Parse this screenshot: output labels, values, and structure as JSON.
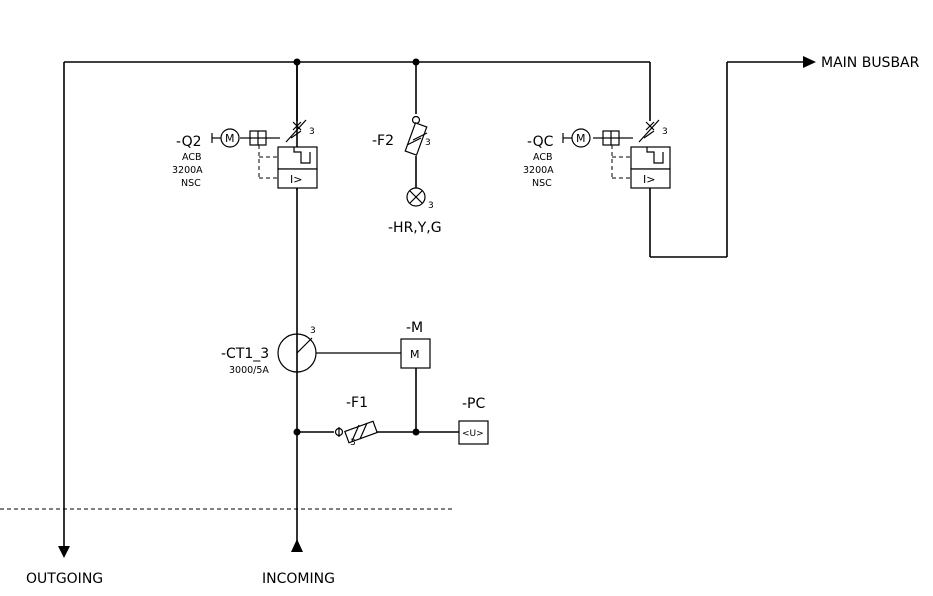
{
  "labels": {
    "main_busbar": "MAIN BUSBAR",
    "outgoing": "OUTGOING",
    "incoming": "INCOMING"
  },
  "q2": {
    "tag": "-Q2",
    "type": "ACB",
    "rating": "3200A",
    "mode": "NSC",
    "poles": "3",
    "motor": "M",
    "trip": "I>"
  },
  "qc": {
    "tag": "-QC",
    "type": "ACB",
    "rating": "3200A",
    "mode": "NSC",
    "poles": "3",
    "motor": "M",
    "trip": "I>"
  },
  "f2": {
    "tag": "-F2",
    "poles": "3"
  },
  "hr": {
    "tag": "-HR,Y,G",
    "poles": "3"
  },
  "ct": {
    "tag": "-CT1_3",
    "ratio": "3000/5A",
    "poles": "3"
  },
  "meter": {
    "tag": "-M",
    "symbol": "M"
  },
  "f1": {
    "tag": "-F1",
    "poles": "3"
  },
  "pc": {
    "tag": "-PC",
    "symbol": "<U>"
  }
}
